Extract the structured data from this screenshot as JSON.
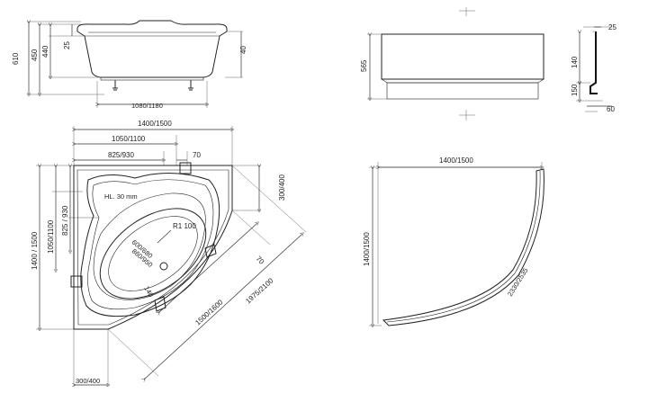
{
  "side_view": {
    "h610": "610",
    "h450": "450",
    "h440": "440",
    "h25": "25",
    "h40": "40",
    "w1080": "1080/1180"
  },
  "panel_view": {
    "h565": "565",
    "d25": "25",
    "d140": "140",
    "d150": "150",
    "d60": "60"
  },
  "plan_view": {
    "w1400": "1400/1500",
    "w1050": "1050/1100",
    "w825": "825/930",
    "w70": "70",
    "h300r": "300/400",
    "h1400": "1400 / 1500",
    "h1050": "1050/1100",
    "h825": "825 / 930",
    "hl": "HL. 30 mm",
    "r100": "R1 100",
    "ov600": "600/680",
    "ov860": "860/950",
    "d140": "140",
    "d1500": "1500/1600",
    "d1975": "1975/2100",
    "d70": "70",
    "b300": "300/400"
  },
  "apron_view": {
    "w1400": "1400/1500",
    "h1400": "1400/1500",
    "arc": "2330/2535"
  }
}
